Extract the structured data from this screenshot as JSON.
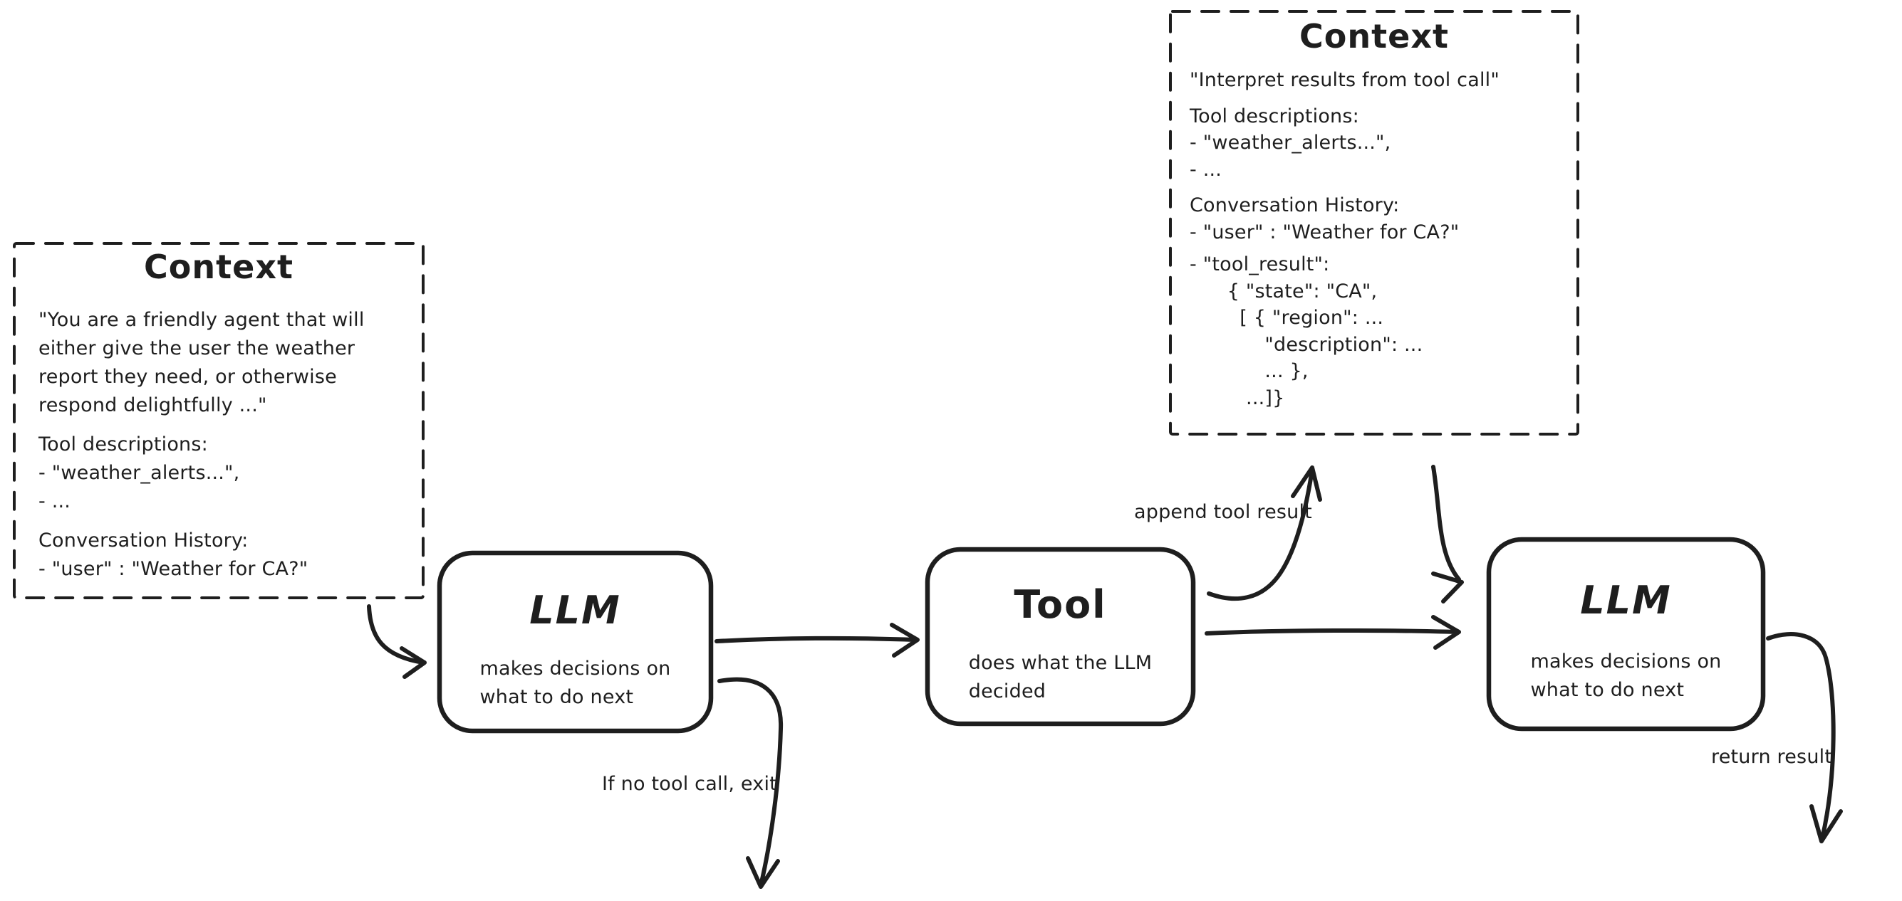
{
  "colors": {
    "stroke": "#1e1e1e",
    "background": "#ffffff"
  },
  "context_left": {
    "title": "Context",
    "prompt": [
      "\"You are a friendly agent that will",
      "either give the user the weather",
      "report they need, or otherwise",
      "respond delightfully ...\""
    ],
    "tools": [
      "Tool descriptions:",
      "- \"weather_alerts...\",",
      "- ..."
    ],
    "history": [
      "Conversation History:",
      "- \"user\" : \"Weather for CA?\""
    ]
  },
  "context_top": {
    "title": "Context",
    "intro": "\"Interpret results from tool call\"",
    "tools": [
      "Tool descriptions:",
      "- \"weather_alerts...\",",
      "- ..."
    ],
    "history": [
      "Conversation History:",
      "- \"user\" : \"Weather for CA?\""
    ],
    "tool_result": [
      "- \"tool_result\":",
      "      { \"state\": \"CA\",",
      "        [ { \"region\": ...",
      "            \"description\": ...",
      "            ... },",
      "         ...]}"
    ]
  },
  "nodes": {
    "llm1": {
      "title": "LLM",
      "subtitle": "makes decisions on\nwhat to do next"
    },
    "tool": {
      "title": "Tool",
      "subtitle": "does what the LLM\ndecided"
    },
    "llm2": {
      "title": "LLM",
      "subtitle": "makes decisions on\nwhat to do next"
    }
  },
  "labels": {
    "append": "append tool result",
    "exit": "If no tool call, exit",
    "return": "return result"
  }
}
